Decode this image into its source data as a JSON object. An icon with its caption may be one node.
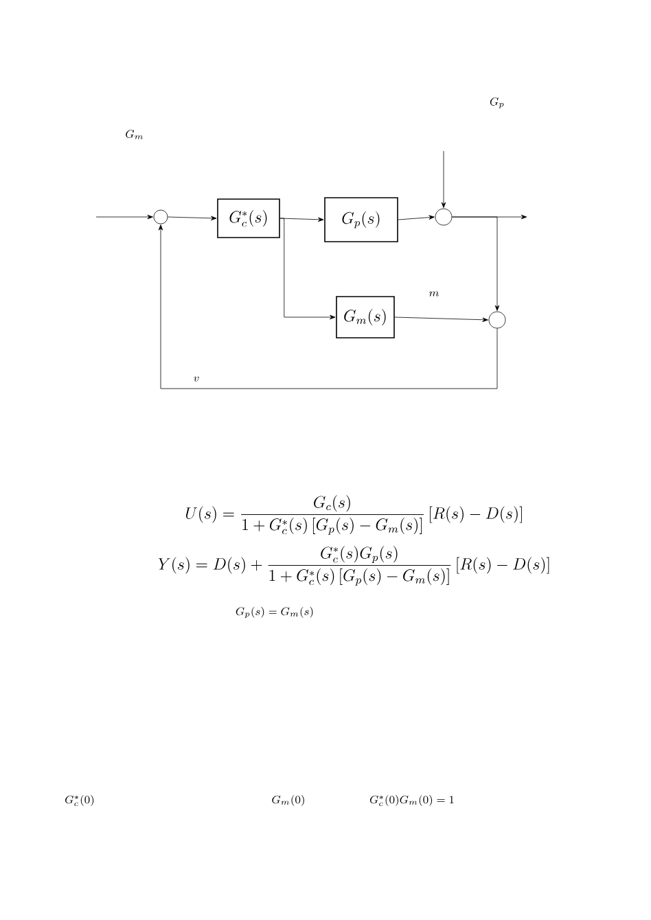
{
  "diagram": {
    "nodes": [
      {
        "text": [],
        "shape": "circle"
      },
      {
        "text": [
          "G_c^*(s)"
        ]
      },
      {
        "text": [
          "G_p(s)"
        ]
      },
      {
        "text": [],
        "shape": "circle"
      },
      {
        "text": [
          "G_m(s)"
        ]
      },
      {
        "text": [],
        "shape": "circle"
      }
    ],
    "edges": [
      {
        "from": null,
        "to": 0,
        "arrow": "to"
      },
      {
        "from": 0,
        "to": 1,
        "arrow": "to"
      },
      {
        "from": 1,
        "to": 2,
        "arrow": "to"
      },
      {
        "from": 2,
        "to": 3,
        "arrow": "to"
      },
      {
        "from": null,
        "to": 3,
        "arrow": "to"
      },
      {
        "from": 3,
        "to": null,
        "arrow": "to"
      },
      {
        "from": 3,
        "to": 5,
        "arrow": "to"
      },
      {
        "from": 1,
        "to": 4,
        "arrow": "to"
      },
      {
        "from": 4,
        "to": 5,
        "arrow": "to"
      },
      {
        "from": 5,
        "to": 0,
        "arrow": "to"
      }
    ],
    "labels": [
      "G_m",
      "G_p",
      "m",
      "v",
      "U(s)=\\frac{G_c(s)}{1+G_c^*(s)\\left[G_p(s)-G_m(s)\\right]}\\left[R(s)-D(s)\\right]",
      "Y(s)=D(s)+\\frac{G_c^*(s)G_p(s)}{1+G_c^*(s)\\left[G_p(s)-G_m(s)\\right]}\\left[R(s)-D(s)\\right]",
      "G_p(s)=G_m(s)",
      "G_c^*(0)",
      "G_m(0)",
      "G_c^*(0)G_m(0)=1"
    ]
  }
}
